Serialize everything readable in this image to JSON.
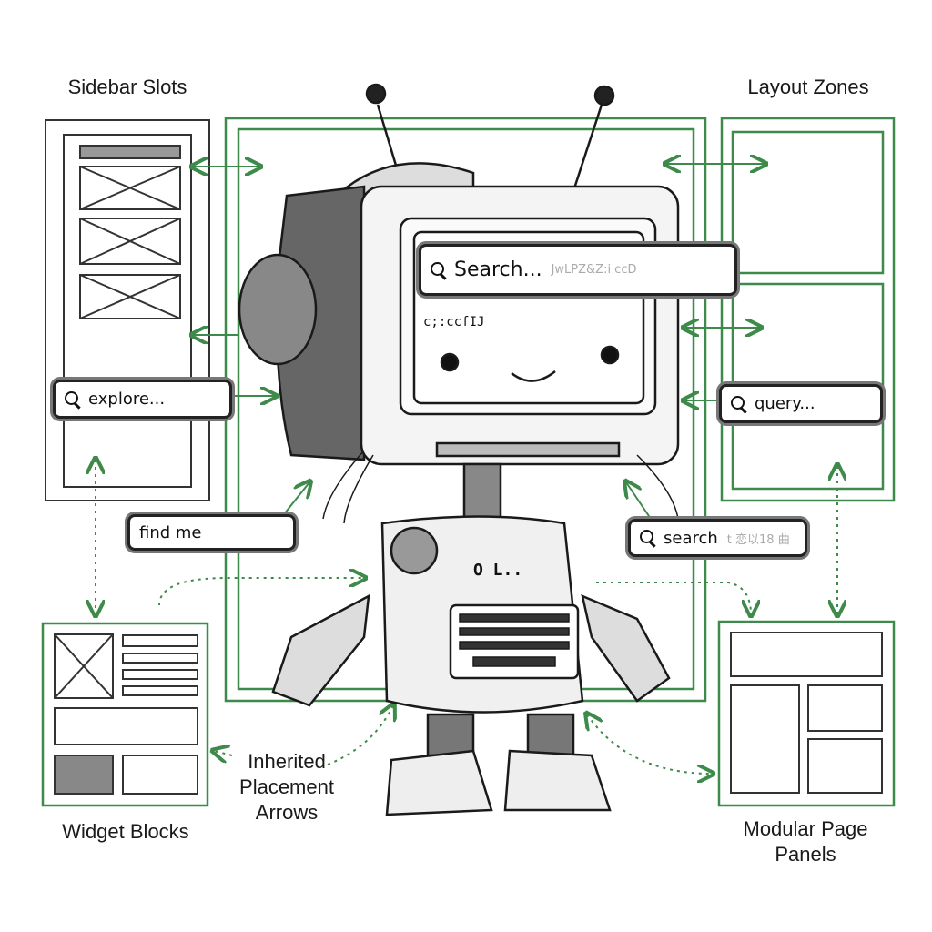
{
  "labels": {
    "sidebar_slots": "Sidebar Slots",
    "layout_zones": "Layout Zones",
    "widget_blocks": "Widget Blocks",
    "inherited_arrows": "Inherited Placement Arrows",
    "modular_panels": "Modular Page Panels"
  },
  "search_bars": {
    "main": "Search...",
    "main_ghost": "JwLPZ&Z:i ccD",
    "explore": "explore...",
    "query": "query...",
    "find_me": "find me",
    "search": "search",
    "search_ghost": "t 恋以18 曲"
  },
  "robot": {
    "screen_code": "c;:ccfIJ",
    "chest_text": "O L.."
  },
  "colors": {
    "green": "#3d8a4a",
    "ink": "#1a1a1a"
  }
}
